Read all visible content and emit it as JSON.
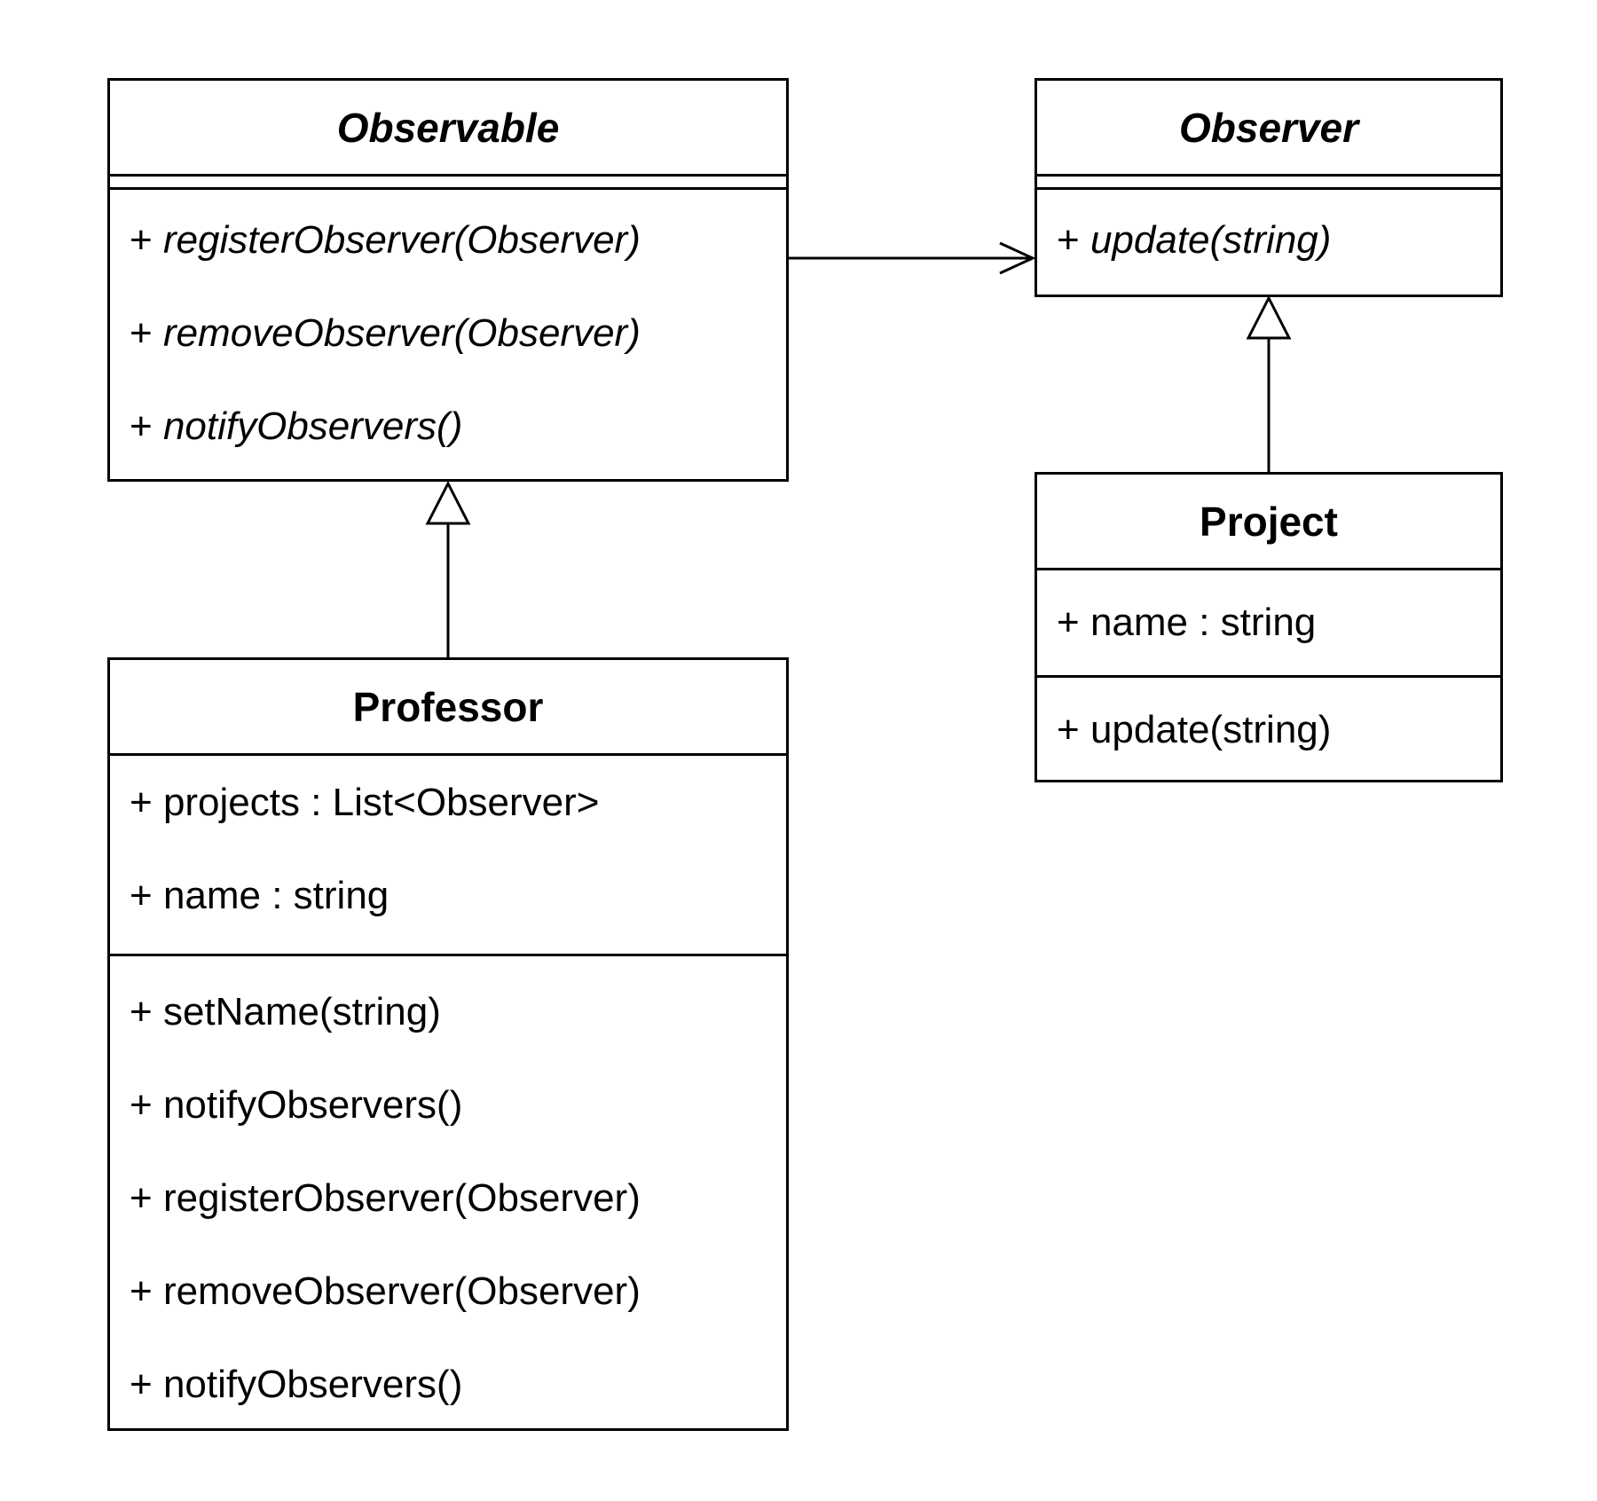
{
  "classes": {
    "observable": {
      "name": "Observable",
      "methods": [
        {
          "visibility": "+",
          "signature": "registerObserver(Observer)"
        },
        {
          "visibility": "+",
          "signature": "removeObserver(Observer)"
        },
        {
          "visibility": "+",
          "signature": "notifyObservers()"
        }
      ]
    },
    "observer": {
      "name": "Observer",
      "methods": [
        {
          "visibility": "+",
          "signature": "update(string)"
        }
      ]
    },
    "project": {
      "name": "Project",
      "attributes": [
        {
          "visibility": "+",
          "signature": "name : string"
        }
      ],
      "methods": [
        {
          "visibility": "+",
          "signature": "update(string)"
        }
      ]
    },
    "professor": {
      "name": "Professor",
      "attributes": [
        {
          "visibility": "+",
          "signature": "projects : List<Observer>"
        },
        {
          "visibility": "+",
          "signature": "name : string"
        }
      ],
      "methods": [
        {
          "visibility": "+",
          "signature": "setName(string)"
        },
        {
          "visibility": "+",
          "signature": "notifyObservers()"
        },
        {
          "visibility": "+",
          "signature": "registerObserver(Observer)"
        },
        {
          "visibility": "+",
          "signature": "removeObserver(Observer)"
        },
        {
          "visibility": "+",
          "signature": "notifyObservers()"
        }
      ]
    }
  },
  "relationships": [
    {
      "type": "association",
      "from": "Observable",
      "to": "Observer"
    },
    {
      "type": "generalization",
      "from": "Professor",
      "to": "Observable"
    },
    {
      "type": "generalization",
      "from": "Project",
      "to": "Observer"
    }
  ]
}
